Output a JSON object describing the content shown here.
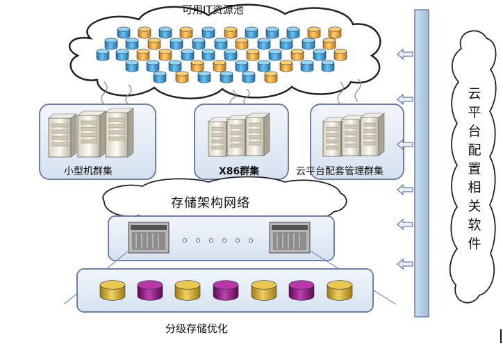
{
  "diagram": {
    "resource_pool_label": "可用IT资源池",
    "clusters": [
      {
        "label": "小型机群集"
      },
      {
        "label": "X86群集"
      },
      {
        "label": "云平台配套管理群集"
      }
    ],
    "storage_network_label": "存储架构网络",
    "tiered_storage_label": "分级存储优化",
    "config_software_label": "云平台配置相关软件"
  },
  "colors": {
    "cylinder_blue": "#3aa0d8",
    "cylinder_orange": "#f0a020",
    "disk_gold": "#c8a020",
    "disk_purple": "#8a1a7a",
    "box_border": "#6c7fa8",
    "box_fill": "#e4ecf6"
  },
  "icons": [
    "cloud-shape",
    "database-cylinder-icon",
    "server-tower-icon",
    "storage-array-icon",
    "disk-stack-icon",
    "arrow-left-icon"
  ]
}
